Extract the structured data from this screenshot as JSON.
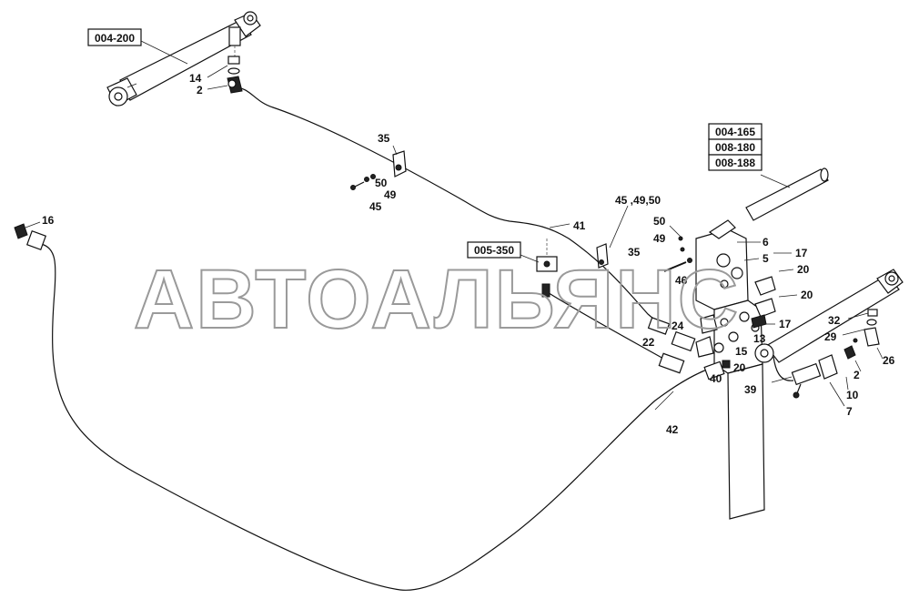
{
  "refs": {
    "r1": "004-200",
    "r2": "004-165",
    "r3": "008-180",
    "r4": "008-188",
    "r5": "005-350"
  },
  "labels": {
    "l14": "14",
    "l2a": "2",
    "l35a": "35",
    "l50a": "50",
    "l49a": "49",
    "l45a": "45",
    "l16": "16",
    "l455": "45 ,49,50",
    "l41": "41",
    "l50b": "50",
    "l49b": "49",
    "l35b": "35",
    "l6": "6",
    "l5": "5",
    "l17a": "17",
    "l20a": "20",
    "l46": "46",
    "l20b": "20",
    "l17b": "17",
    "l32": "32",
    "l29": "29",
    "l24": "24",
    "l13": "13",
    "l22": "22",
    "l15": "15",
    "l26": "26",
    "l20c": "20",
    "l2b": "2",
    "l40": "40",
    "l39": "39",
    "l10": "10",
    "l7": "7",
    "l42": "42"
  },
  "watermark": "АВТОАЛЬЯНС"
}
